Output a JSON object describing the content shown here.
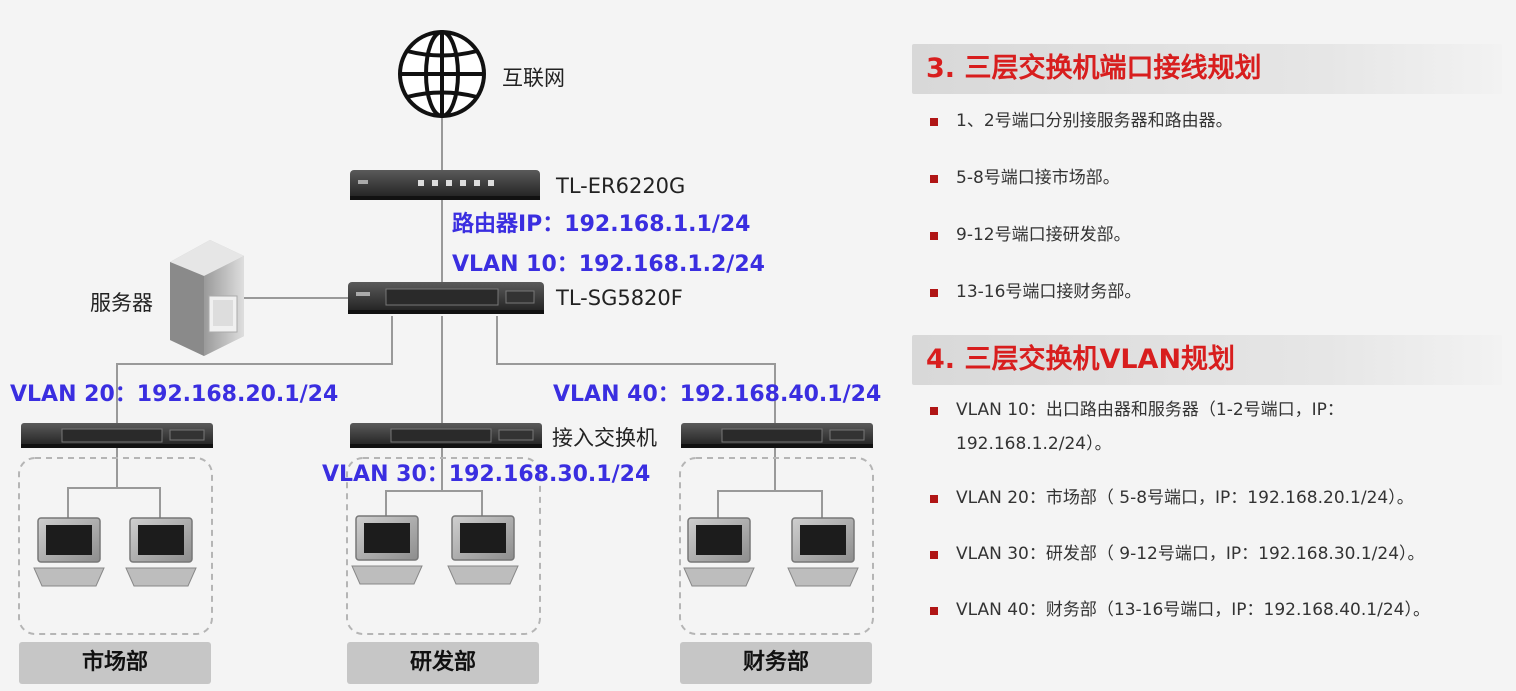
{
  "diagram": {
    "internet_label": "互联网",
    "router_label": "TL-ER6220G",
    "router_ip": "路由器IP：192.168.1.1/24",
    "core_vlan": "VLAN 10：192.168.1.2/24",
    "core_label": "TL-SG5820F",
    "server_label": "服务器",
    "vlan20": "VLAN 20：192.168.20.1/24",
    "vlan40": "VLAN 40：192.168.40.1/24",
    "access_label": "接入交换机",
    "vlan30": "VLAN 30：192.168.30.1/24",
    "departments": [
      "市场部",
      "研发部",
      "财务部"
    ]
  },
  "sections": [
    {
      "title": "3. 三层交换机端口接线规划",
      "items": [
        "1、2号端口分别接服务器和路由器。",
        "5-8号端口接市场部。",
        "9-12号端口接研发部。",
        "13-16号端口接财务部。"
      ]
    },
    {
      "title": "4. 三层交换机VLAN规划",
      "items": [
        "VLAN 10：出口路由器和服务器（1-2号端口，IP：192.168.1.2/24）。",
        "VLAN 20：市场部（ 5-8号端口，IP：192.168.20.1/24）。",
        "VLAN 30：研发部（ 9-12号端口，IP：192.168.30.1/24）。",
        "VLAN 40：财务部（13-16号端口，IP：192.168.40.1/24）。"
      ]
    }
  ],
  "colors": {
    "accent_red": "#d81e1e",
    "vlan_blue": "#3a2ee0",
    "bullet": "#b01515"
  }
}
